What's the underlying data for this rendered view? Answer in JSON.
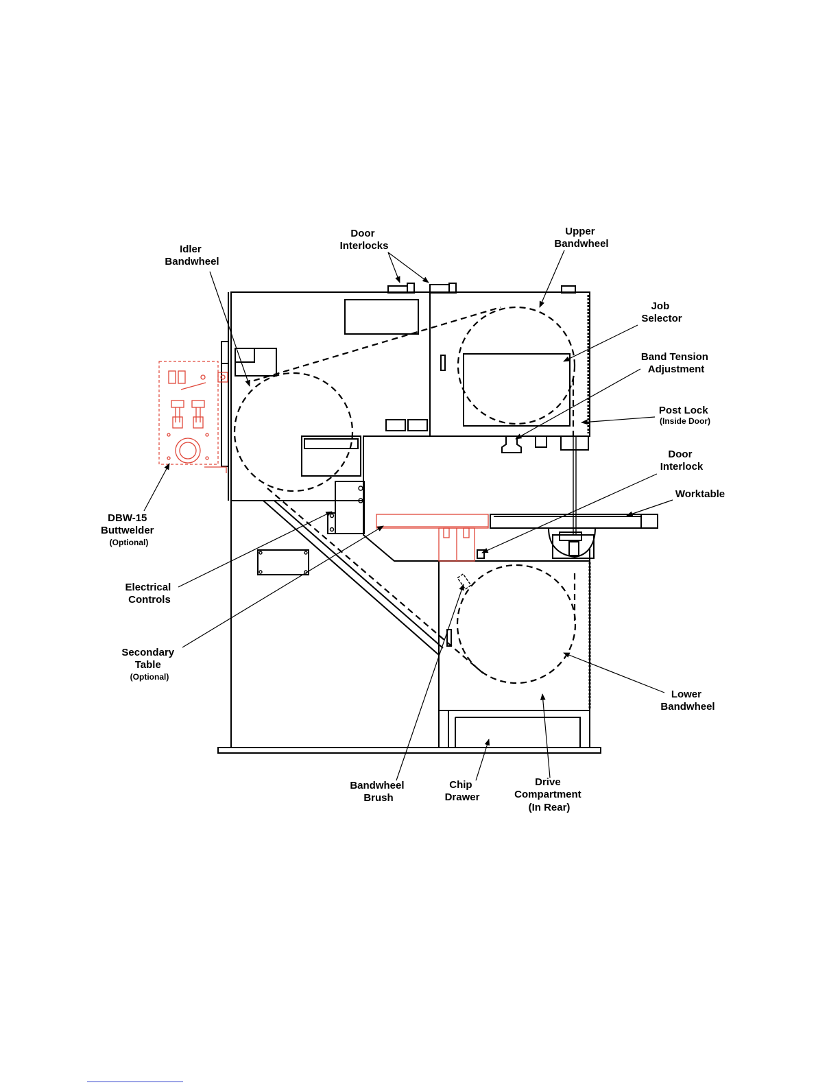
{
  "labels": {
    "door_interlocks": [
      "Door",
      "Interlocks"
    ],
    "upper_bandwheel": [
      "Upper",
      "Bandwheel"
    ],
    "idler_bandwheel": [
      "Idler",
      "Bandwheel"
    ],
    "job_selector": [
      "Job",
      "Selector"
    ],
    "band_tension_adjustment": [
      "Band Tension",
      "Adjustment"
    ],
    "post_lock": [
      "Post Lock",
      "(Inside Door)"
    ],
    "door_interlock": [
      "Door",
      "Interlock"
    ],
    "worktable": [
      "Worktable"
    ],
    "dbw15_buttwelder": [
      "DBW-15",
      "Buttwelder",
      "(Optional)"
    ],
    "electrical_controls": [
      "Electrical",
      "Controls"
    ],
    "secondary_table": [
      "Secondary",
      "Table",
      "(Optional)"
    ],
    "lower_bandwheel": [
      "Lower",
      "Bandwheel"
    ],
    "bandwheel_brush": [
      "Bandwheel",
      "Brush"
    ],
    "chip_drawer": [
      "Chip",
      "Drawer"
    ],
    "drive_compartment": [
      "Drive",
      "Compartment",
      "(In Rear)"
    ]
  },
  "colors": {
    "line": "#000000",
    "optional_parts": "#e0473a",
    "footer_rule": "#3344cc"
  }
}
